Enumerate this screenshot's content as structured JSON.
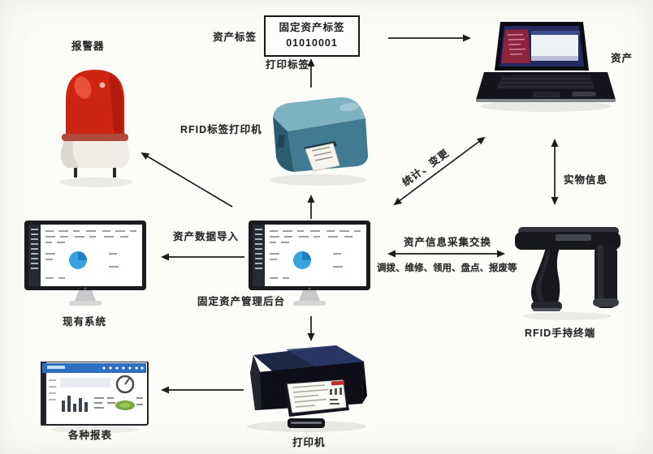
{
  "nodes": {
    "alarm": {
      "label": "报警器"
    },
    "label_printer": {
      "label": "RFID标签打印机"
    },
    "asset_tag_box": {
      "line1": "固定资产标签",
      "line2": "01010001"
    },
    "asset_laptop": {
      "label": "资产"
    },
    "existing_system": {
      "label": "现有系统"
    },
    "backend": {
      "label": "固定资产管理后台"
    },
    "handheld": {
      "label": "RFID手持终端"
    },
    "reports": {
      "label": "各种报表"
    },
    "printer": {
      "label": "打印机"
    }
  },
  "edges": {
    "asset_tag": {
      "label": "资产标签"
    },
    "print_tag": {
      "label": "打印标签"
    },
    "stats_change": {
      "label": "统计、变更"
    },
    "physical_info": {
      "label": "实物信息"
    },
    "data_import": {
      "label": "资产数据导入"
    },
    "info_exchange": {
      "label": "资产信息采集交换"
    },
    "operations": {
      "label": "调拨、维修、领用、盘点、报废等"
    }
  },
  "colors": {
    "background": "#fcfcf9",
    "arrow": "#1c1c1c",
    "text": "#272727",
    "alarm_red": "#ce2412",
    "label_printer_teal": "#448095",
    "device_dark": "#12131c",
    "dashboard_pie_blue": "#38a2e0",
    "report_header_blue": "#2f6fc2",
    "report_gauge_green": "#7ba43e"
  }
}
